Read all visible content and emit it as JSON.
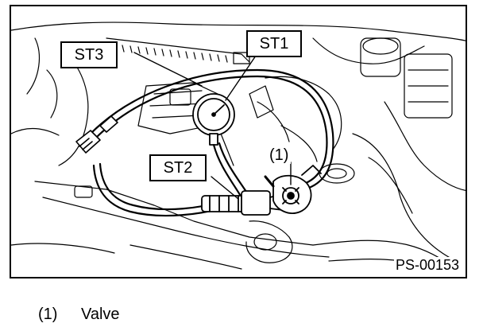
{
  "figure": {
    "callouts": {
      "st1": "ST1",
      "st2": "ST2",
      "st3": "ST3",
      "valve_marker": "(1)"
    },
    "figure_code": "PS-00153"
  },
  "legend": [
    {
      "number": "(1)",
      "text": "Valve"
    }
  ]
}
